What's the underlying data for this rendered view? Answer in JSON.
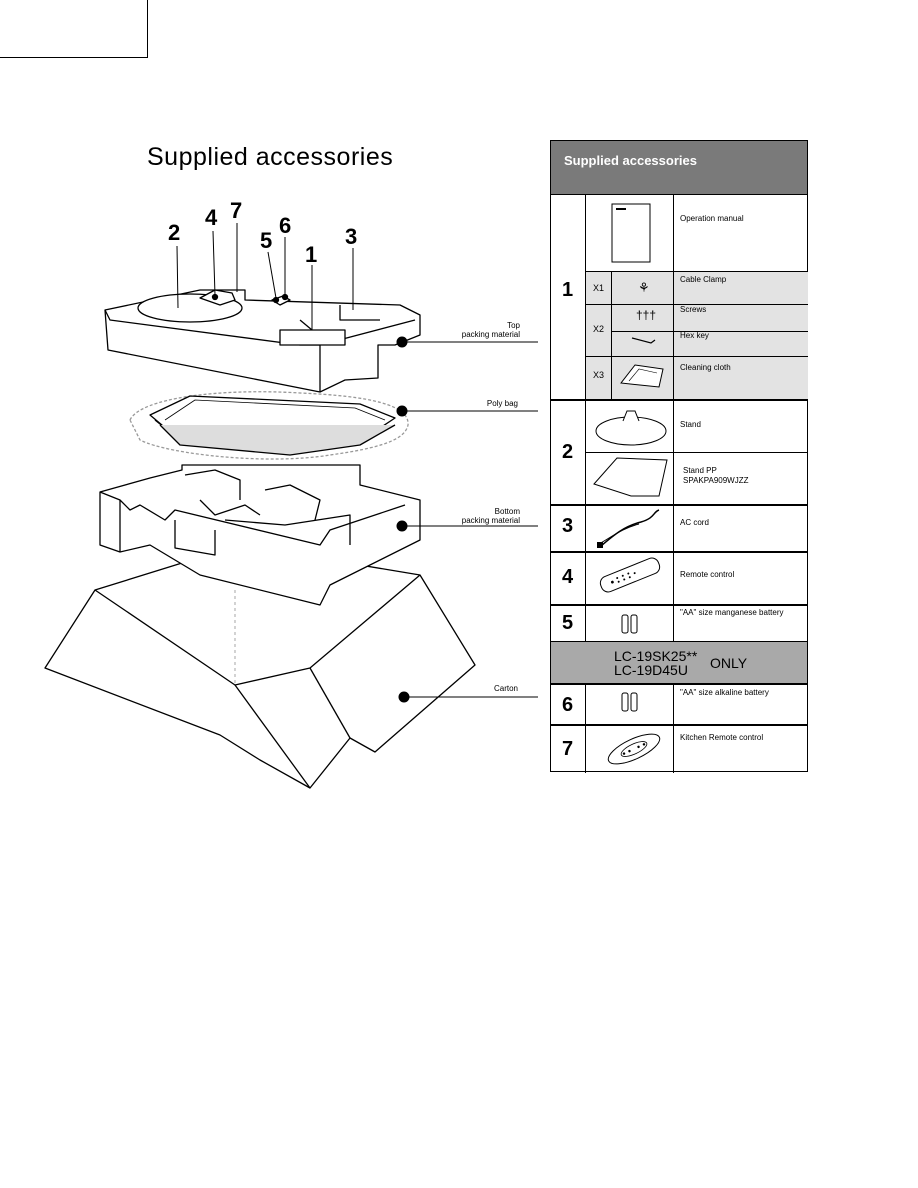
{
  "page": {
    "title": "Supplied accessories"
  },
  "diagram": {
    "numbers": [
      "2",
      "4",
      "7",
      "5",
      "6",
      "1",
      "3"
    ],
    "callouts": {
      "top_line1": "Top",
      "top_line2": "packing material",
      "poly": "Poly bag",
      "bottom_line1": "Bottom",
      "bottom_line2": "packing material",
      "carton": "Carton"
    }
  },
  "table": {
    "header": "Supplied accessories",
    "rows": {
      "r1": {
        "num": "1",
        "manual": "Operation manual",
        "x1": "X1",
        "clamp": "Cable Clamp",
        "x2": "X2",
        "screws": "Screws",
        "hexkey": "Hex key",
        "x3": "X3",
        "cloth": "Cleaning cloth"
      },
      "r2": {
        "num": "2",
        "stand": "Stand",
        "pp1": "Stand PP",
        "pp2": "SPAKPA909WJZZ"
      },
      "r3": {
        "num": "3",
        "label": "AC cord"
      },
      "r4": {
        "num": "4",
        "label": "Remote control"
      },
      "r5": {
        "num": "5",
        "label": "\"AA\" size manganese battery"
      },
      "only": {
        "model1": "LC-19SK25**",
        "model2": "LC-19D45U",
        "only": "ONLY"
      },
      "r6": {
        "num": "6",
        "label": "\"AA\" size  alkaline battery"
      },
      "r7": {
        "num": "7",
        "label": "Kitchen Remote control"
      }
    }
  }
}
